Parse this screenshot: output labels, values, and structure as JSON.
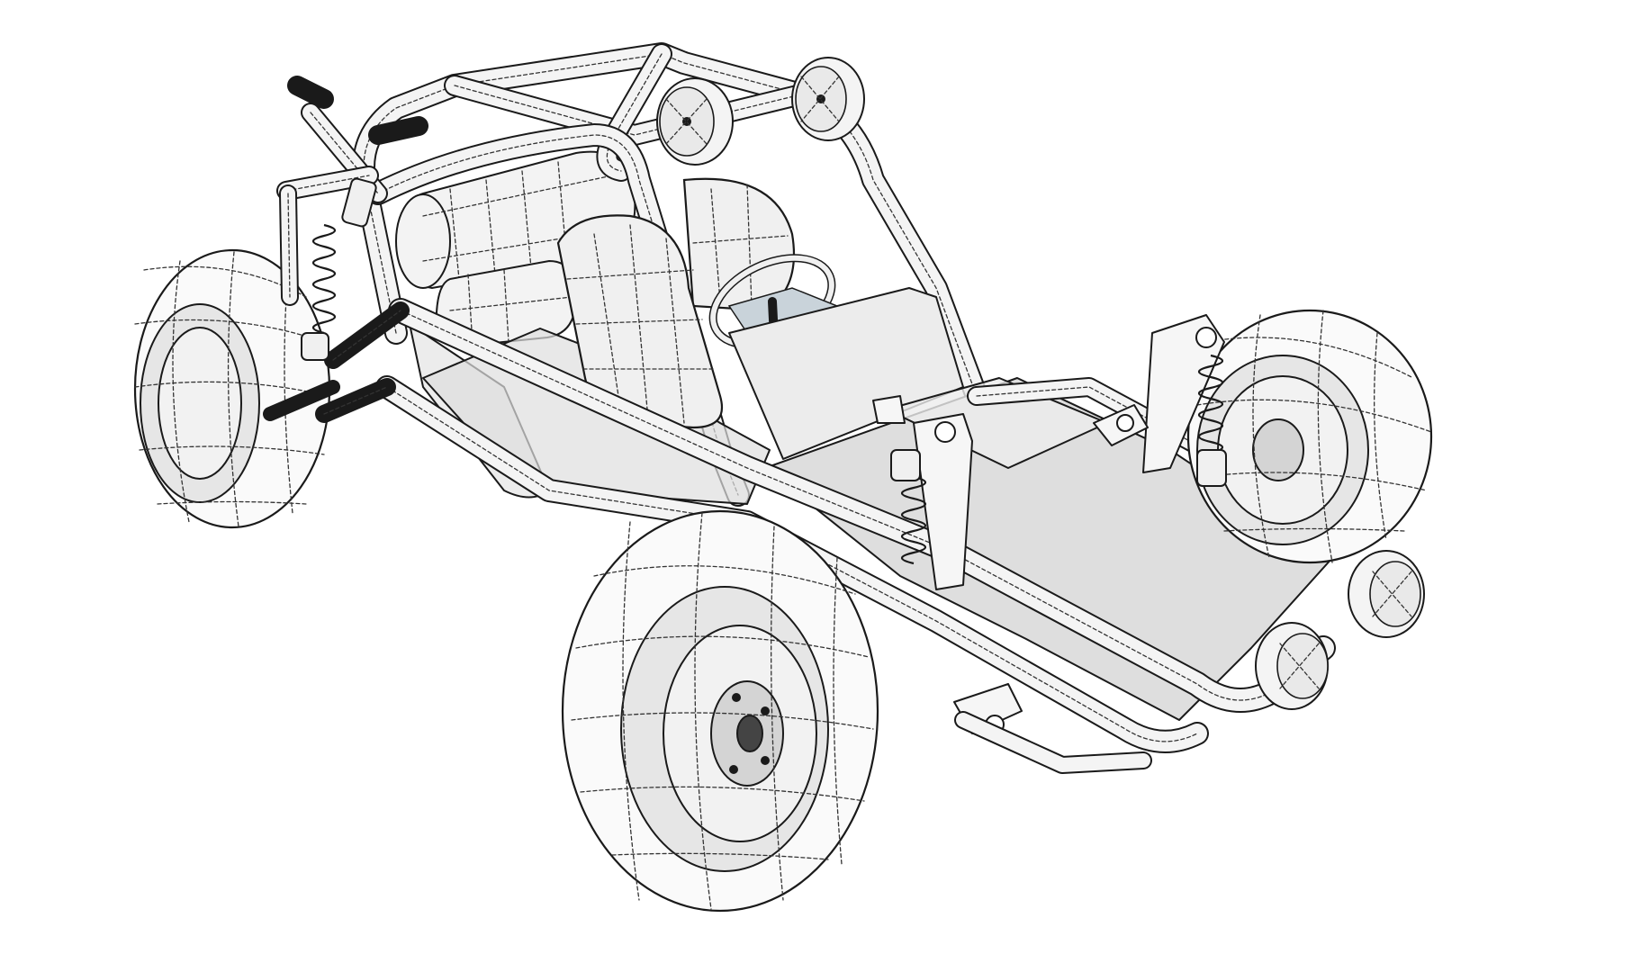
{
  "scene": {
    "subject": "dune-buggy-3d-wireframe",
    "background_color": "#ffffff",
    "line_color": "#1a1a1a",
    "panel_color": "#dedede",
    "tire_color": "#fafafa",
    "glass_color": "#c9d3da",
    "components": {
      "front_wheels": 2,
      "rear_wheels": 2,
      "roof_lamps": 2,
      "front_lamps": 2,
      "shock_absorbers": 4,
      "fuel_tanks": 2,
      "seats": 1,
      "steering_wheels": 1
    }
  }
}
